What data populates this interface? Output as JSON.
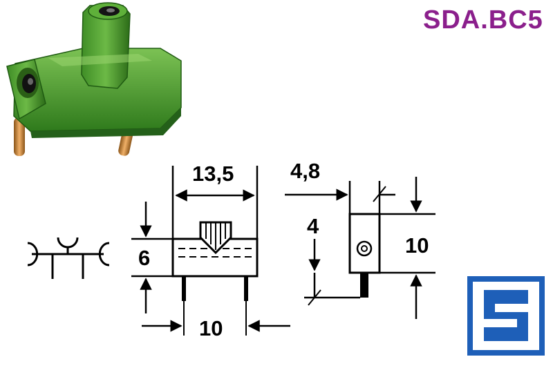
{
  "header": {
    "product_code": "SDA.BC5"
  },
  "colors": {
    "product_code": "#8B1F8C",
    "part_green": "#4a9a2c",
    "pin_copper": "#c98a3c",
    "logo_blue": "#1e5fb8",
    "line": "#000000"
  },
  "dimensions": {
    "width": "13,5",
    "depth": "4,8",
    "upper_height": "4",
    "height": "10",
    "lower_height": "6",
    "pin_spacing": "10"
  },
  "icons": {
    "photo": "green-test-socket-photo",
    "symbol": "socket-schematic-symbol-icon",
    "logo": "manufacturer-s-logo-icon"
  }
}
